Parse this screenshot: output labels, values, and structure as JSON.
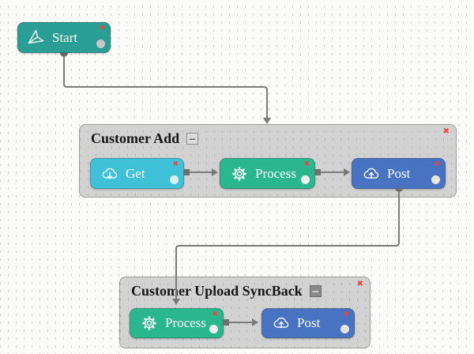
{
  "ui": {
    "close_glyph": "✖",
    "collapse_glyph": "−"
  },
  "colors": {
    "canvas_bg": "#fbfbf9",
    "group_bg": "#d2d2d2",
    "connector": "#7a7a7a",
    "close_red": "#e8453c",
    "start_node": "#2a9e94",
    "get_node": "#3fc1d7",
    "process_node": "#2ab78d",
    "post_node": "#4873c2",
    "port_start": "#c7c7c7",
    "port_get": "#d9f1f5",
    "port_process": "#f1f1f1",
    "port_post": "#e8e8e8"
  },
  "start_node": {
    "label": "Start",
    "icon": "paper-plane-icon"
  },
  "groups": [
    {
      "title": "Customer Add",
      "nodes": [
        {
          "label": "Get",
          "icon": "cloud-download-icon"
        },
        {
          "label": "Process",
          "icon": "gear-icon"
        },
        {
          "label": "Post",
          "icon": "cloud-upload-icon"
        }
      ]
    },
    {
      "title": "Customer Upload SyncBack",
      "nodes": [
        {
          "label": "Process",
          "icon": "gear-icon"
        },
        {
          "label": "Post",
          "icon": "cloud-upload-icon"
        }
      ]
    }
  ]
}
